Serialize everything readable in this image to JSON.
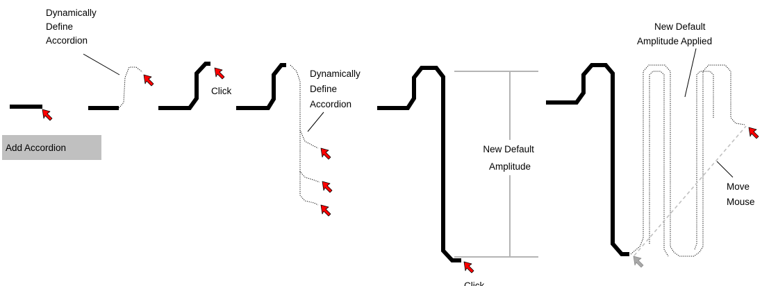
{
  "labels": {
    "dynamically_define_1": [
      "Dynamically",
      "Define",
      "Accordion"
    ],
    "click_1": "Click",
    "dynamically_define_2": [
      "Dynamically",
      "Define",
      "Accordion"
    ],
    "new_default_amplitude": [
      "New Default",
      "Amplitude"
    ],
    "click_2": "Click",
    "new_default_amplitude_applied": [
      "New Default",
      "Amplitude Applied"
    ],
    "move_mouse": [
      "Move",
      "Mouse"
    ]
  },
  "button": {
    "label": "Add Accordion"
  },
  "icons": {
    "cursor": "red-arrow-cursor-icon",
    "ghost_cursor": "gray-arrow-cursor-icon"
  },
  "colors": {
    "trace": "#000000",
    "cursor": "#ff0000",
    "cursor_outline": "#000000",
    "ghost_cursor": "#a8a8a8",
    "amplitude_bracket": "#b4b4b4",
    "move_path": "#c0c0c0",
    "button_bg": "#c0c0c0",
    "outline": "#000000"
  }
}
